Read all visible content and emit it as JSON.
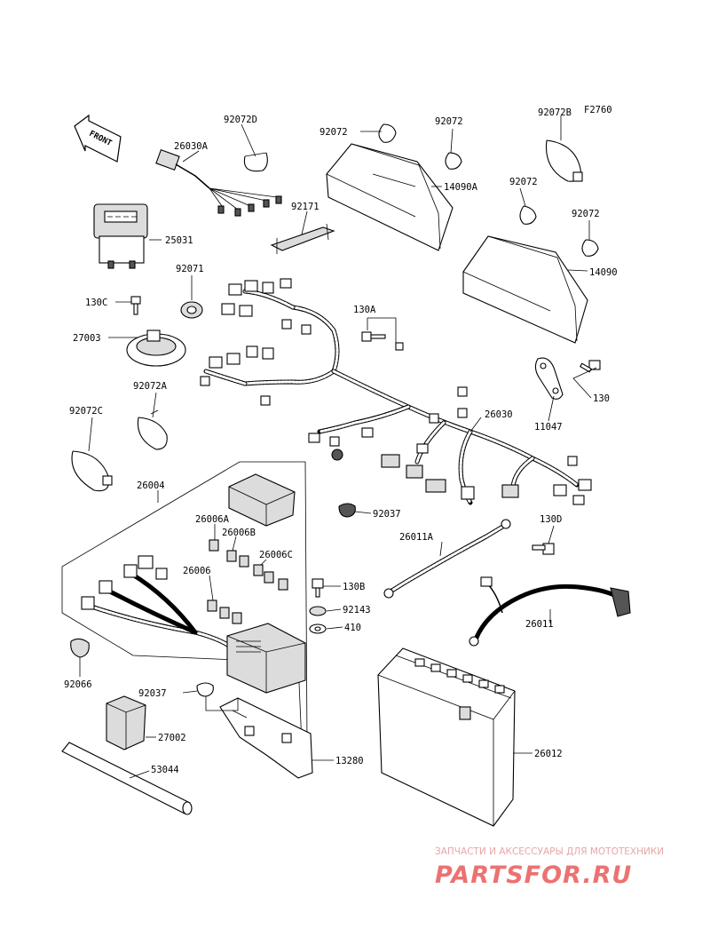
{
  "diagram_code": "F2760",
  "front_label": "FRONT",
  "watermark": {
    "top": "ЗАПЧАСТИ И АКСЕССУАРЫ ДЛЯ МОТОТЕХНИКИ",
    "main": "PARTSFOR.RU"
  },
  "parts": {
    "p92072D": "92072D",
    "p26030A": "26030A",
    "p92072_a": "92072",
    "p92072_b": "92072",
    "p92072B": "92072B",
    "p14090A": "14090A",
    "p92072_c": "92072",
    "p92072_d": "92072",
    "p14090": "14090",
    "p25031": "25031",
    "p92171": "92171",
    "p92071": "92071",
    "p130C": "130C",
    "p27003": "27003",
    "p130A": "130A",
    "p130": "130",
    "p11047": "11047",
    "p92072A": "92072A",
    "p92072C": "92072C",
    "p26030": "26030",
    "p26004": "26004",
    "p92037_a": "92037",
    "p130D": "130D",
    "p26006A": "26006A",
    "p26006B": "26006B",
    "p26006C": "26006C",
    "p26006": "26006",
    "p26011A": "26011A",
    "p130B": "130B",
    "p92143": "92143",
    "p410": "410",
    "p26011": "26011",
    "p92066": "92066",
    "p92037_b": "92037",
    "p27002": "27002",
    "p13280": "13280",
    "p26012": "26012",
    "p53044": "53044"
  }
}
